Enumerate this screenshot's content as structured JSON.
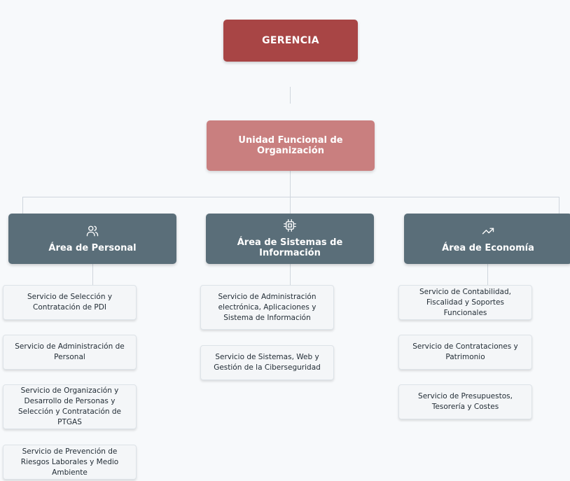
{
  "gerencia": {
    "label": "GERENCIA"
  },
  "unidad": {
    "label": "Unidad Funcional de Organización"
  },
  "areas": [
    {
      "label": "Área de Personal",
      "icon": "users-icon",
      "services": [
        "Servicio de Selección y Contratación de PDI",
        "Servicio de Administración de Personal",
        "Servicio de Organización y Desarrollo de Personas y Selección y Contratación de PTGAS",
        "Servicio de Prevención de Riesgos Laborales y Medio Ambiente"
      ]
    },
    {
      "label": "Área de Sistemas de Información",
      "icon": "cpu-icon",
      "services": [
        "Servicio de Administración electrónica, Aplicaciones y Sistema de Información",
        "Servicio de Sistemas, Web y Gestión de la Ciberseguridad"
      ]
    },
    {
      "label": "Área de Economía",
      "icon": "trending-up-icon",
      "services": [
        "Servicio de Contabilidad, Fiscalidad y Soportes Funcionales",
        "Servicio de Contrataciones y Patrimonio",
        "Servicio de Presupuestos, Tesorería y Costes"
      ]
    }
  ],
  "colors": {
    "gerencia": "#a84545",
    "unidad": "#c97f7f",
    "area": "#5a6e79",
    "service_bg": "#f4f6f8",
    "connector": "#cfd6dd"
  }
}
